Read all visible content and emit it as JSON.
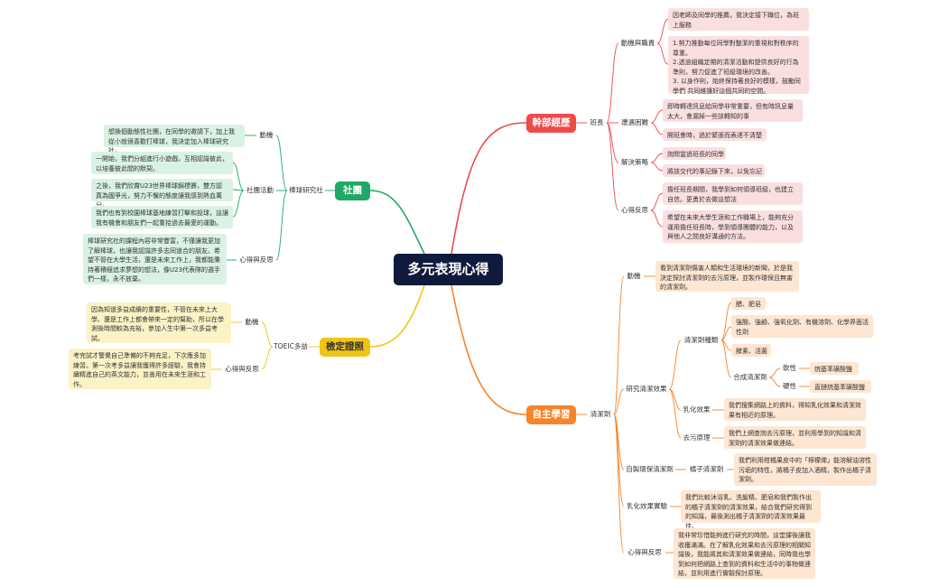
{
  "center": "多元表現心得",
  "colors": {
    "cadre": "#ef4a4a",
    "study": "#f5842a",
    "club": "#1fa866",
    "cert": "#f2c416",
    "center": "#101a3d"
  },
  "branches": {
    "cadre": {
      "label": "幹部經歷",
      "sub": "班長",
      "motivation": {
        "label": "動機與職責",
        "notes": [
          "因老師及同學的推薦，我決定接下職位，為班上服務",
          "1.努力推動每位同學對整潔的重視和對秩序的尊重。\n2.透過組織定期的清潔活動和提供良好的行為準則，努力促進了班級環境的改善。\n3. 以身作則，始終保持著良好的模樣，鼓勵同學們 共同維護好這個共同的空間。"
        ]
      },
      "difficulty": {
        "label": "遭遇困難",
        "notes": [
          "即時轉達訊息給同學非常重要，但有時訊息量太大，會漏掉一些該轉知的事",
          "開班會時，過於緊張而表達不清楚"
        ]
      },
      "solution": {
        "label": "解決策略",
        "notes": [
          "詢問當過班長的同學",
          "將該交代的事記錄下來，以免忘記"
        ]
      },
      "reflection": {
        "label": "心得反思",
        "notes": [
          "擔任班長期間，我學到如何領導班級，也建立自信。更勇於去做這想法",
          "希望在未來大學生涯和工作職場上，能夠充分運用擔任班長時，學到領導團體的能力，以及與他人之間良好溝通的方法。"
        ]
      }
    },
    "study": {
      "label": "自主學習",
      "sub": "清潔劑",
      "motivation": {
        "label": "動機",
        "note": "看到清潔劑傷害人類和生活環境的新聞，於是我決定探討清潔劑的去污原理，並製作環保且無害的清潔劑。"
      },
      "research": {
        "label": "研究清潔效果",
        "types": {
          "label": "清潔劑種類",
          "items": [
            "醋、肥皂",
            "強酸、強鹼、強氧化劑、有機溶劑、化學界面活性劑",
            "酵素、活菌"
          ],
          "synthetic": {
            "label": "合成清潔劑",
            "soft": {
              "label": "軟性",
              "note": "烷基苯磺酸鹽"
            },
            "hard": {
              "label": "硬性",
              "note": "直鏈烷基苯磺酸鹽"
            }
          }
        },
        "emulsify": {
          "label": "乳化效果",
          "note": "我們搜集網路上的資料，得知乳化效果和清潔效果有相近的原理。"
        },
        "principle": {
          "label": "去污原理",
          "note": "我們上網查詢去污原理，並利用學到的知識和清潔劑的清潔效果做連結。"
        }
      },
      "diy": {
        "label": "自製環保清潔劑",
        "sub": "橘子清潔劑",
        "note": "我們利用柑橘果皮中的「檸檬烯」能溶解油溶性污垢的特性，將橘子皮加入酒精，製作出橘子清潔劑。"
      },
      "experiment": {
        "label": "乳化效果實驗",
        "note": "我們比較沐浴乳、洗髮精、肥皂和我們製作出的橘子清潔劑的清潔效果，結合我們研究得到的知識，最後測出橘子清潔劑的清潔效果最佳。"
      },
      "reflection": {
        "label": "心得與反思",
        "note": "我非常珍惜能夠進行研究的時間，這堂課後讓我收穫滿滿。在了解乳化效果和去污原理的相關知識後，我能將其和清潔效果做連結，同時我也學到如何把網路上查到的資料和生活中的事物做連結，並利用進行實驗探討原理。"
      }
    },
    "club": {
      "label": "社團",
      "sub": "棒球研究社",
      "motivation": {
        "label": "動機",
        "note": "想換個動態性社團，在同學的邀請下，加上我從小就很喜歡打棒球，我決定加入棒球研究社。"
      },
      "activities": {
        "label": "社團活動",
        "notes": [
          "一開始，我們分組進行小遊戲，互相認識彼此，以培養彼此間的默契。",
          "之後，我們欣賞U23世界棒球錦標賽，雙方認真為國爭光，努力不懈的態度讓我感到熱血萬分。",
          "我們也有到校園棒球基地練習打擊和投球，這讓我有機會和朋友們一起重拾過去最愛的運動。"
        ]
      },
      "reflection": {
        "label": "心得與反思",
        "note": "棒球研究社的課程內容非常豐富，不僅讓我更加了解棒球，也讓我認識許多志同道合的朋友。希望不管在大學生活，還是未來工作上，我都能秉持著積極追求夢想的想法，像U23代表隊的選手們一樣，永不放棄。"
      }
    },
    "cert": {
      "label": "檢定證照",
      "sub": "TOEIC多益",
      "motivation": {
        "label": "動機",
        "note": "因為知道多益成績的重要性，不管在未來上大學、還是工作上都會帶來一定的幫助，所以在學測後時間較為充裕，參加人生中第一次多益考試。"
      },
      "reflection": {
        "label": "心得與反思",
        "note": "考完試才警覺自己準備的不夠充足，下次應多加練習。第一次考多益讓我獲得許多經驗，我會持續精進自己的英文能力，並善用在未來生涯和工作。"
      }
    }
  }
}
